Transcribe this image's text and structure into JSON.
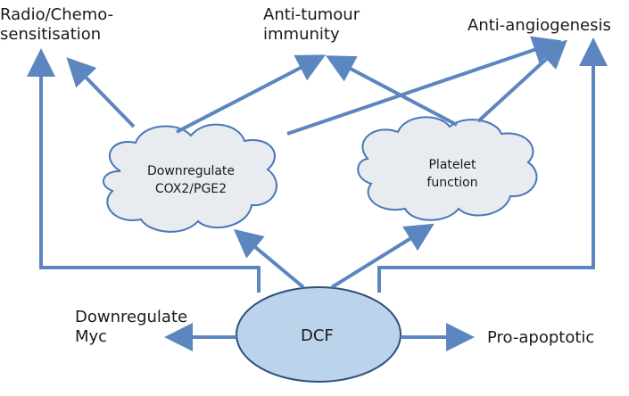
{
  "nodes": {
    "radio": {
      "line1": "Radio/Chemo-",
      "line2": "sensitisation"
    },
    "immunity": {
      "line1": "Anti-tumour",
      "line2": "immunity"
    },
    "angio": {
      "label": "Anti-angiogenesis"
    },
    "cox": {
      "line1": "Downregulate",
      "line2": "COX2/PGE2"
    },
    "platelet": {
      "line1": "Platelet",
      "line2": "function"
    },
    "myc": {
      "line1": "Downregulate",
      "line2": "Myc"
    },
    "dcf": {
      "label": "DCF"
    },
    "apoptotic": {
      "label": "Pro-apoptotic"
    }
  },
  "colors": {
    "arrow": "#5b86c0",
    "cloud_fill": "#e8ebf0",
    "cloud_stroke": "#4a76b5",
    "dcf_fill": "#bcd3ec",
    "dcf_stroke": "#2f4f7c"
  }
}
